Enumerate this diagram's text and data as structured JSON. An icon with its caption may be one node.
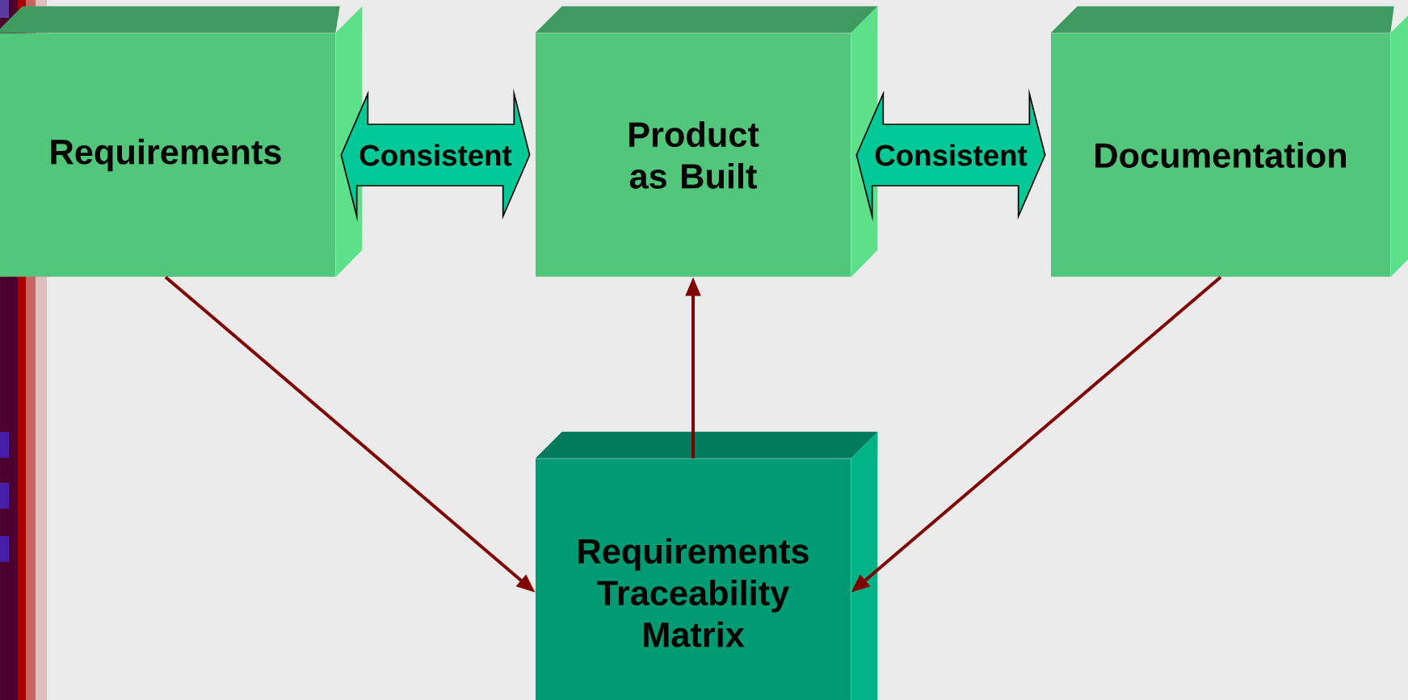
{
  "diagram": {
    "nodes": [
      {
        "text": [
          "Requirements"
        ]
      },
      {
        "text": [
          "Product as Built"
        ]
      },
      {
        "text": [
          "Documentation"
        ]
      },
      {
        "text": [
          "Requirements Traceability Matrix"
        ]
      }
    ],
    "edges": [
      {
        "from": 0,
        "to": 1,
        "arrow": "both",
        "label": "Consistent",
        "style": "thick",
        "color": "#00c896"
      },
      {
        "from": 1,
        "to": 2,
        "arrow": "both",
        "label": "Consistent",
        "style": "thick",
        "color": "#00c896"
      },
      {
        "from": 0,
        "to": 3,
        "arrow": "to",
        "color": "#800000"
      },
      {
        "from": 3,
        "to": 1,
        "arrow": "to",
        "color": "#800000"
      },
      {
        "from": 2,
        "to": 3,
        "arrow": "to",
        "color": "#800000"
      }
    ]
  }
}
